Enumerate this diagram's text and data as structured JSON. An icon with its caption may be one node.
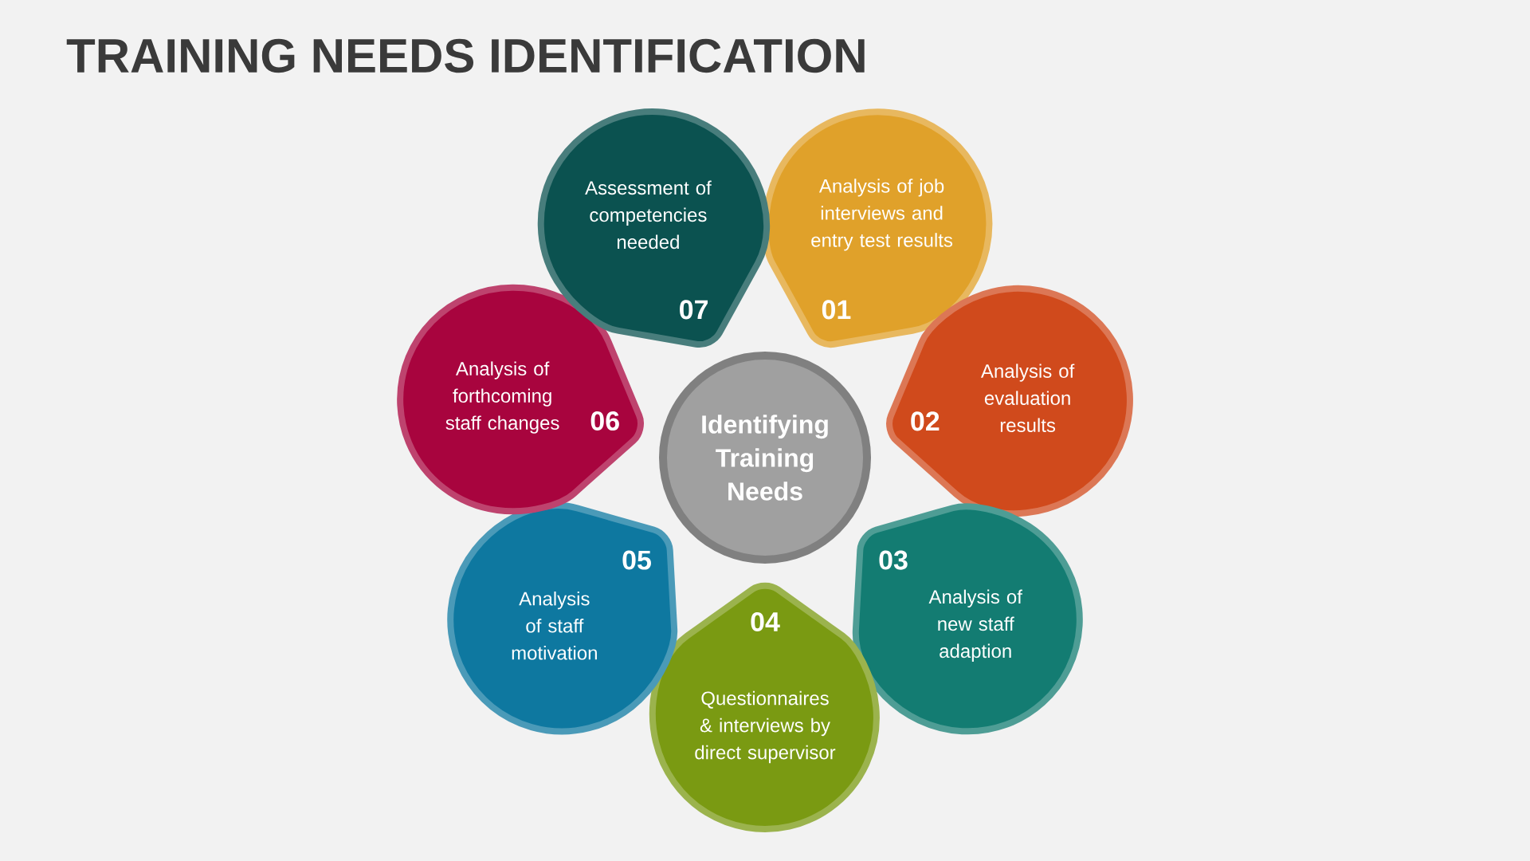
{
  "diagram": {
    "title": "TRAINING NEEDS IDENTIFICATION",
    "nodes": [
      {
        "text": [
          "Identifying Training Needs"
        ]
      },
      {
        "text": [
          "Analysis of job interviews and entry test results",
          "01"
        ]
      },
      {
        "text": [
          "02",
          "Analysis of evaluation results"
        ]
      },
      {
        "text": [
          "03",
          "Analysis of new staff adaption"
        ]
      },
      {
        "text": [
          "04",
          "Questionnaires & interviews by direct supervisor"
        ]
      },
      {
        "text": [
          "05",
          "Analysis of staff motivation"
        ]
      },
      {
        "text": [
          "Analysis of forthcoming staff changes",
          "06"
        ]
      },
      {
        "text": [
          "Assessment of competencies needed",
          "07"
        ]
      }
    ],
    "edges": []
  }
}
